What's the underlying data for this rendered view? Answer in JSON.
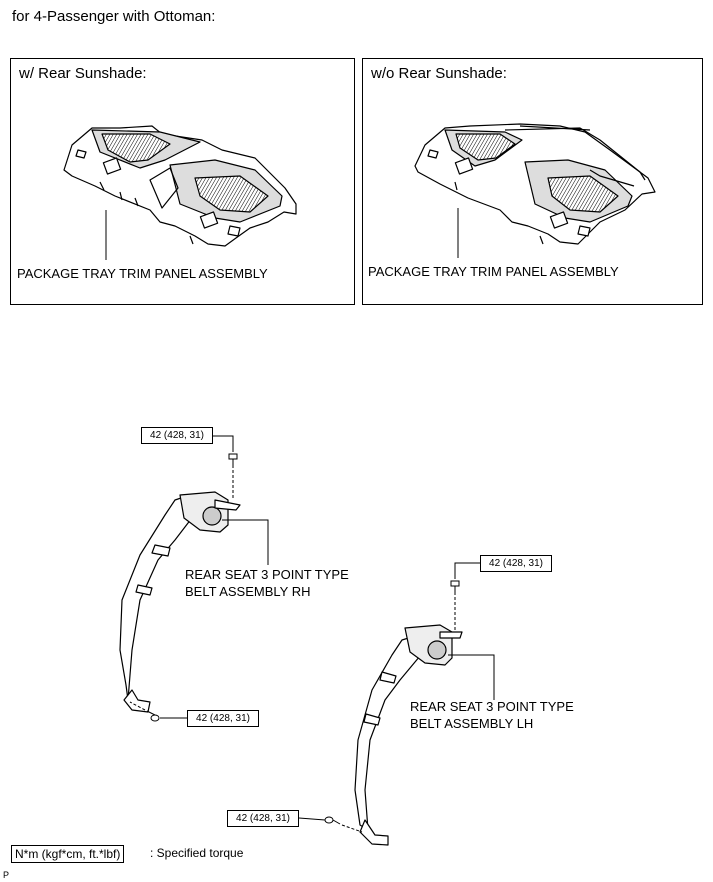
{
  "heading": "for 4-Passenger with Ottoman:",
  "panels": [
    {
      "title": "w/ Rear Sunshade:",
      "callout": "PACKAGE TRAY TRIM PANEL ASSEMBLY"
    },
    {
      "title": "w/o Rear Sunshade:",
      "callout": "PACKAGE TRAY TRIM PANEL ASSEMBLY"
    }
  ],
  "torques": {
    "rh_upper": "42 (428, 31)",
    "rh_lower": "42 (428, 31)",
    "lh_upper": "42 (428, 31)",
    "lh_lower": "42 (428, 31)"
  },
  "belts": {
    "rh": {
      "line1": "REAR SEAT 3 POINT TYPE",
      "line2": "BELT ASSEMBLY RH"
    },
    "lh": {
      "line1": "REAR SEAT 3 POINT TYPE",
      "line2": "BELT ASSEMBLY LH"
    }
  },
  "legend": {
    "unit": "N*m (kgf*cm, ft.*lbf)",
    "text": ": Specified torque"
  },
  "footer_mark": "P"
}
